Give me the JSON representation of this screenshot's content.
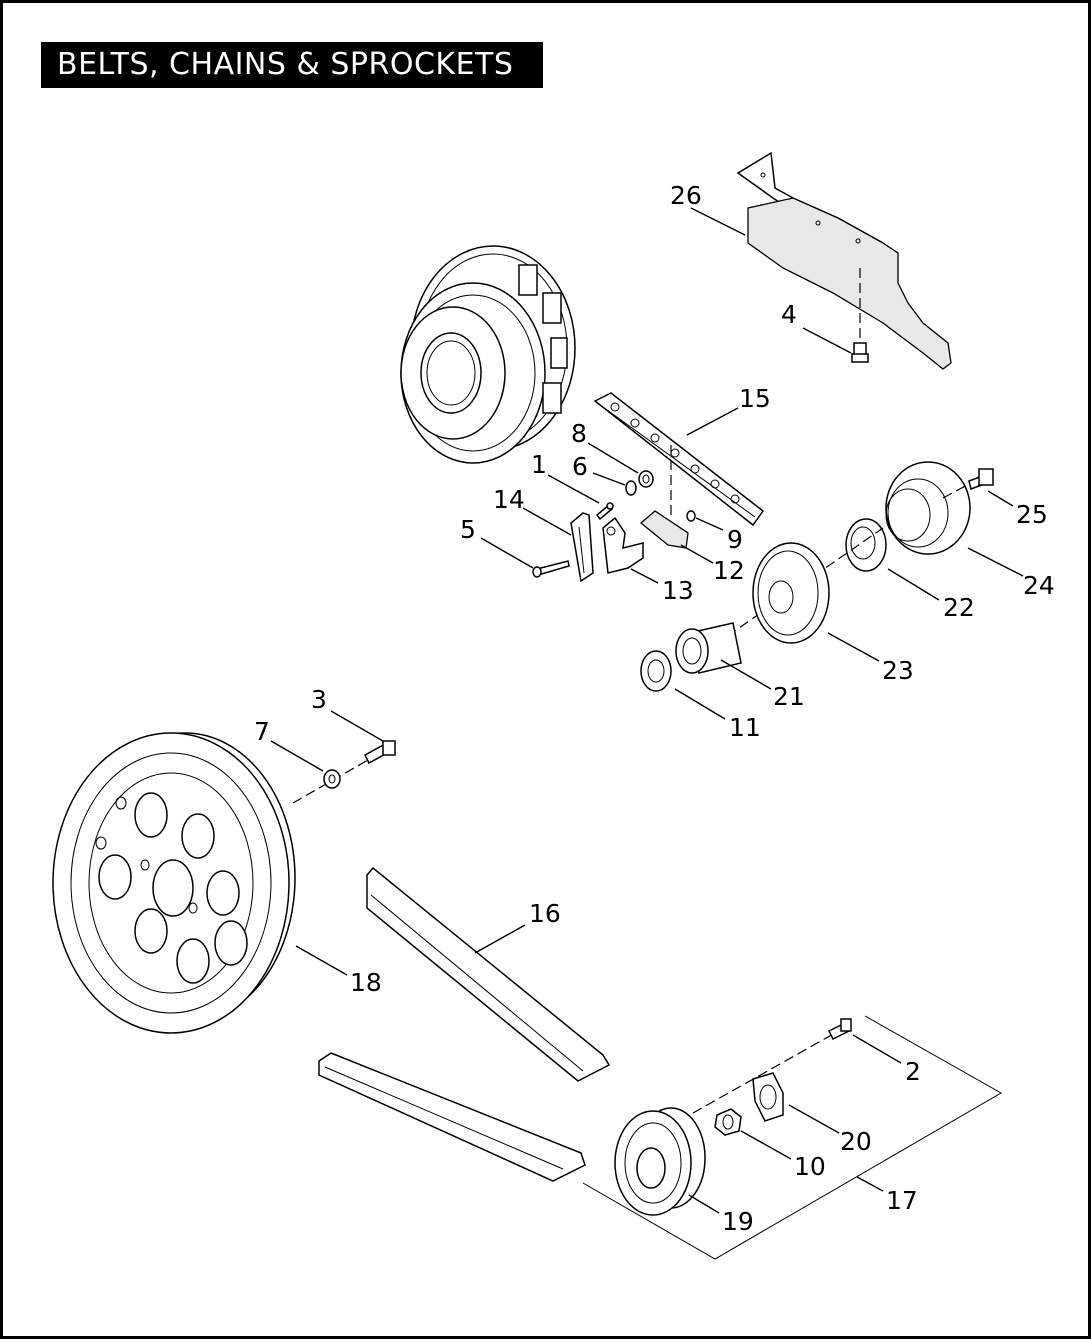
{
  "title": "BELTS, CHAINS & SPROCKETS",
  "callouts": {
    "c1": "1",
    "c2": "2",
    "c3": "3",
    "c4": "4",
    "c5": "5",
    "c6": "6",
    "c7": "7",
    "c8": "8",
    "c9": "9",
    "c10": "10",
    "c11": "11",
    "c12": "12",
    "c13": "13",
    "c14": "14",
    "c15": "15",
    "c16": "16",
    "c17": "17",
    "c18": "18",
    "c19": "19",
    "c20": "20",
    "c21": "21",
    "c22": "22",
    "c23": "23",
    "c24": "24",
    "c25": "25",
    "c26": "26"
  }
}
